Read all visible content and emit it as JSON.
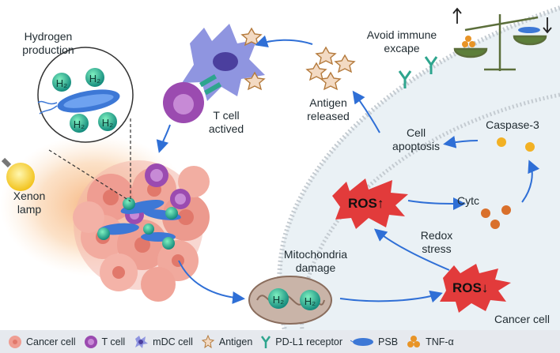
{
  "labels": {
    "hydrogen_production": "Hydrogen production",
    "xenon_lamp": "Xenon lamp",
    "t_cell_activated": "T cell actived",
    "antigen_released": "Antigen released",
    "avoid_immune_escape": "Avoid immune excape",
    "cell_apoptosis": "Cell apoptosis",
    "caspase_3": "Caspase-3",
    "cytc": "Cytc",
    "redox_stress": "Redox stress",
    "mitochondria_damage": "Mitochondria damage",
    "cancer_cell": "Cancer cell",
    "ros_up": "ROS↑",
    "ros_down": "ROS↓"
  },
  "molecules": {
    "h2": "H₂"
  },
  "legend": [
    {
      "label": "Cancer cell",
      "icon": "cancer-cell-icon"
    },
    {
      "label": "T cell",
      "icon": "t-cell-icon"
    },
    {
      "label": "mDC cell",
      "icon": "mdc-cell-icon"
    },
    {
      "label": "Antigen",
      "icon": "antigen-icon"
    },
    {
      "label": "PD-L1 receptor",
      "icon": "pd-l1-receptor-icon"
    },
    {
      "label": "PSB",
      "icon": "psb-icon"
    },
    {
      "label": "TNF-α",
      "icon": "tnf-alpha-icon"
    }
  ],
  "colors": {
    "arrow": "#2f6fd6",
    "ros": "#e23b3b",
    "h2": "#138a7c",
    "t_cell": "#9b4bb0",
    "mdc": "#8f95e0",
    "legend_bg": "#e6e9ee"
  }
}
